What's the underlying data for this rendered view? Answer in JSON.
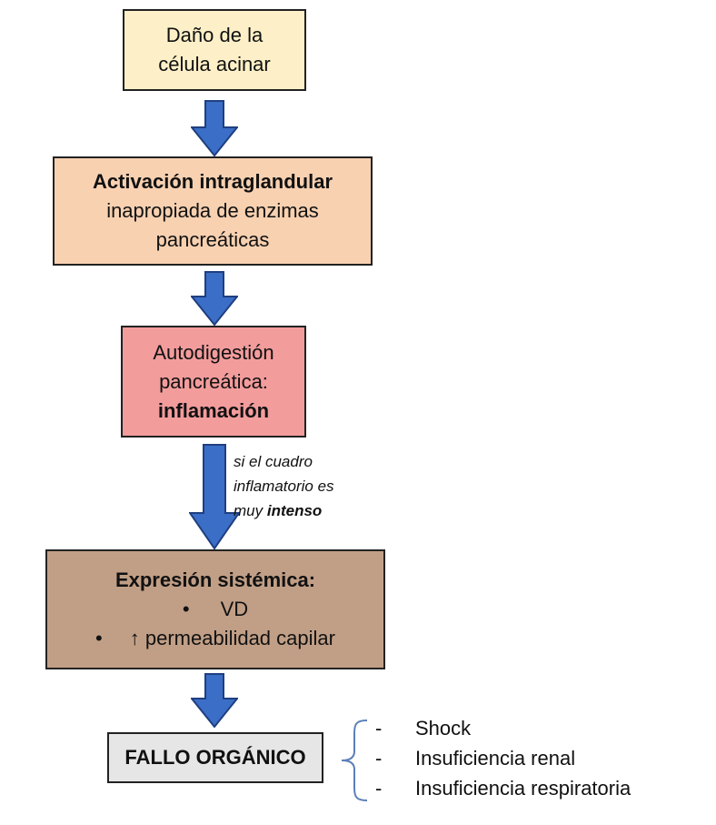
{
  "colors": {
    "box1": "#fdf0c8",
    "box2": "#f8d1b1",
    "box3": "#f39c9c",
    "box4": "#c19f86",
    "box5": "#e6e6e6",
    "arrow_fill": "#3b6ec6",
    "arrow_stroke": "#1f3f80"
  },
  "box1": {
    "line1": "Daño de la",
    "line2": "célula acinar"
  },
  "box2": {
    "line1": "Activación intraglandular",
    "line2": "inapropiada de enzimas",
    "line3": "pancreáticas"
  },
  "box3": {
    "line1": "Autodigestión",
    "line2": "pancreática:",
    "line3": "inflamación"
  },
  "note": {
    "line1": "si el cuadro",
    "line2": "inflamatorio es",
    "line3_prefix": "muy ",
    "line3_bold": "intenso"
  },
  "box4": {
    "title": "Expresión sistémica:",
    "bullets": [
      "VD",
      "↑ permeabilidad capilar"
    ]
  },
  "box5": {
    "label": "FALLO ORGÁNICO"
  },
  "outcomes": {
    "dash": "-",
    "items": [
      "Shock",
      "Insuficiencia renal",
      "Insuficiencia respiratoria"
    ]
  }
}
